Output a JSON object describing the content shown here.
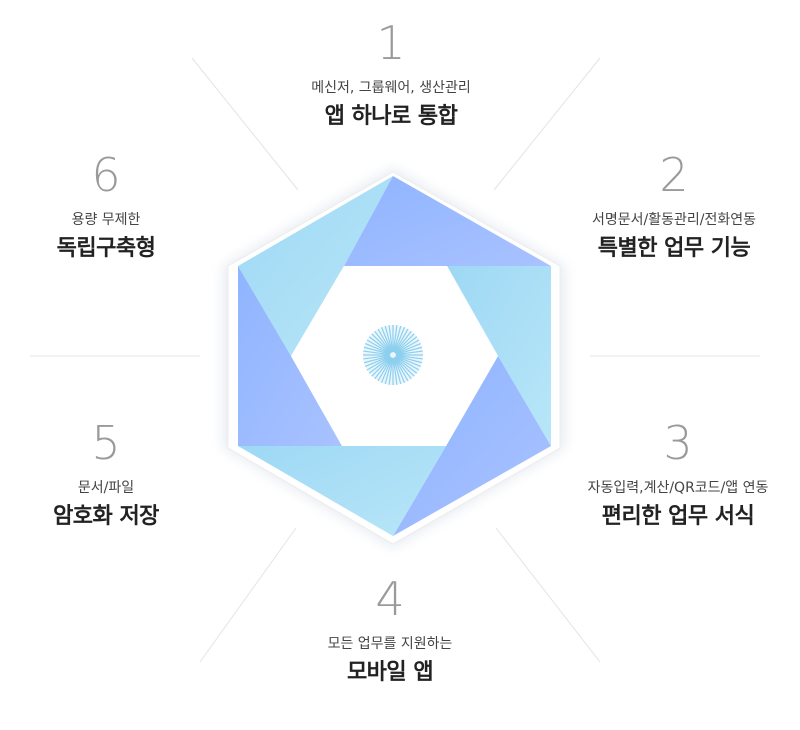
{
  "features": [
    {
      "number": "1",
      "subtitle": "메신저, 그룹웨어, 생산관리",
      "title": "앱 하나로 통합"
    },
    {
      "number": "2",
      "subtitle": "서명문서/활동관리/전화연동",
      "title": "특별한 업무 기능"
    },
    {
      "number": "3",
      "subtitle": "자동입력,계산/QR코드/앱 연동",
      "title": "편리한 업무 서식"
    },
    {
      "number": "4",
      "subtitle": "모든 업무를 지원하는",
      "title": "모바일 앱"
    },
    {
      "number": "5",
      "subtitle": "문서/파일",
      "title": "암호화 저장"
    },
    {
      "number": "6",
      "subtitle": "용량 무제한",
      "title": "독립구축형"
    }
  ]
}
